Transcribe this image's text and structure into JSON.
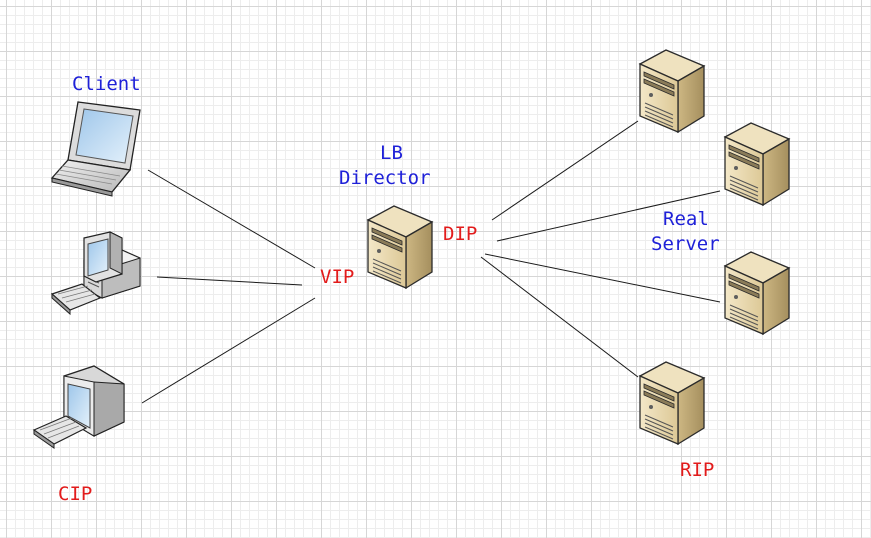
{
  "labels": {
    "client": "Client",
    "cip": "CIP",
    "vip": "VIP",
    "lb_director_line1": "LB",
    "lb_director_line2": "Director",
    "dip": "DIP",
    "real_server_line1": "Real",
    "real_server_line2": "Server",
    "rip": "RIP"
  },
  "colors": {
    "node_label": "#1f21d8",
    "address_label": "#e21b1b",
    "link": "#1a1a1a",
    "server_body": "#e9d9b0",
    "server_shadow": "#b59f6c"
  },
  "icons": {
    "clients": [
      "laptop-icon",
      "desktop-tower-icon",
      "desktop-monitor-icon"
    ],
    "director": "server-icon",
    "real_servers": [
      "server-icon",
      "server-icon",
      "server-icon",
      "server-icon"
    ]
  }
}
